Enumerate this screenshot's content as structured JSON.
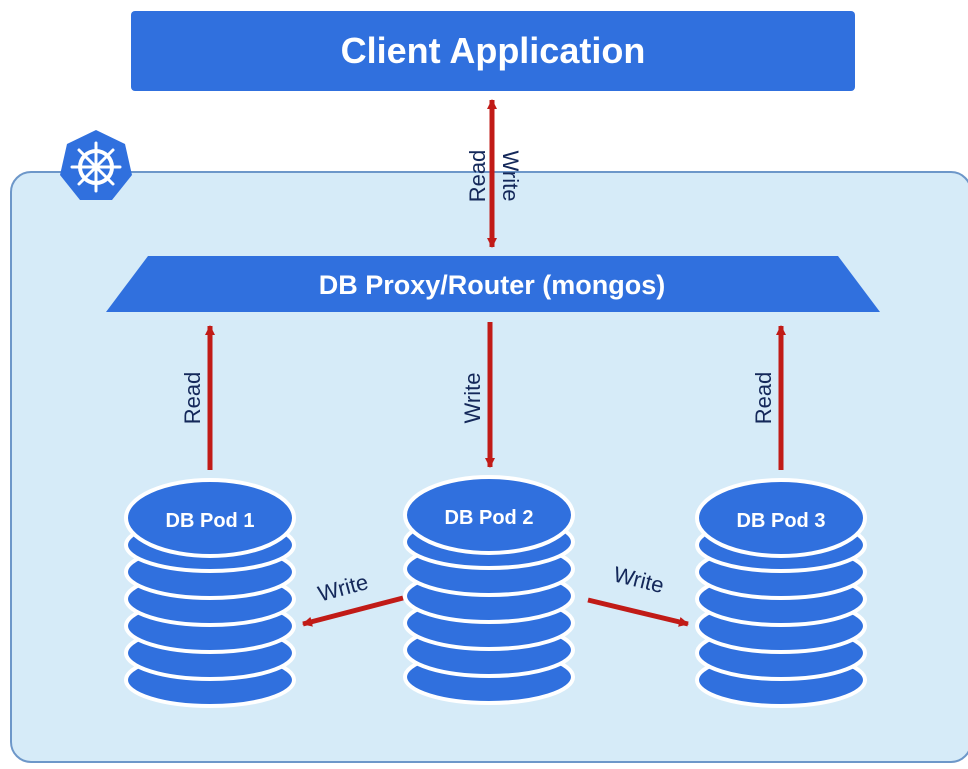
{
  "client": {
    "label": "Client Application"
  },
  "proxy": {
    "label": "DB Proxy/Router (mongos)"
  },
  "top_link": {
    "read_label": "Read",
    "write_label": "Write"
  },
  "pods": [
    {
      "label": "DB Pod 1"
    },
    {
      "label": "DB Pod 2"
    },
    {
      "label": "DB Pod 3"
    }
  ],
  "proxy_links": {
    "pod1_label": "Read",
    "pod2_label": "Write",
    "pod3_label": "Read"
  },
  "replication": {
    "to_pod1_label": "Write",
    "to_pod3_label": "Write"
  },
  "colors": {
    "primary_blue": "#3070de",
    "cluster_fill": "#d6ebf8",
    "cluster_border": "#6d97c9",
    "arrow_red": "#c11b17",
    "label_dark": "#14285a"
  },
  "icons": {
    "cluster_logo": "kubernetes-helm-icon"
  }
}
